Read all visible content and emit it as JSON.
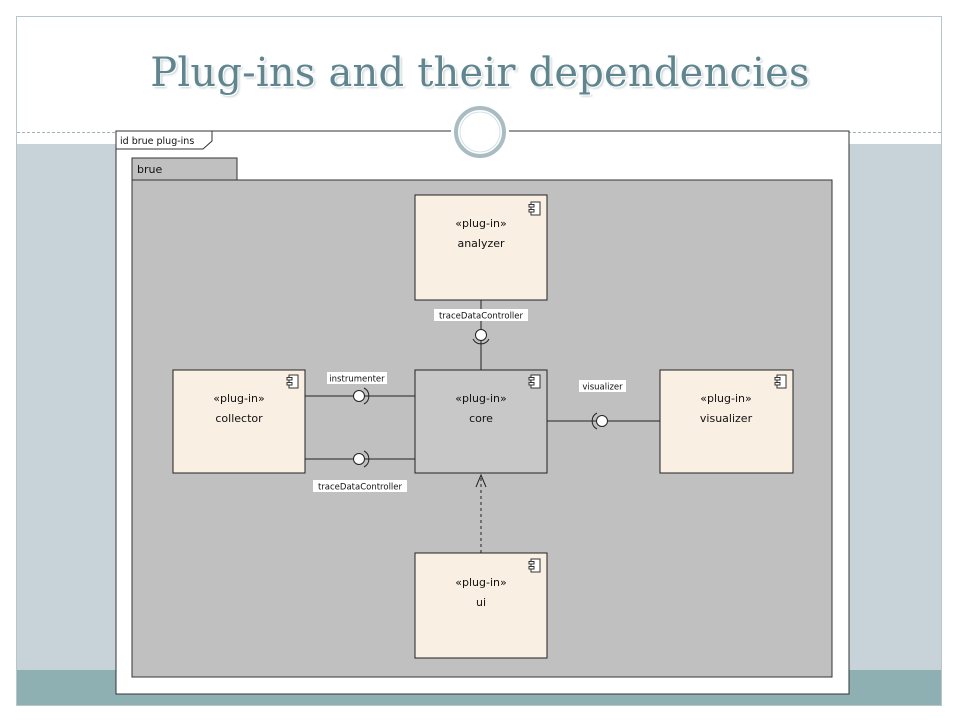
{
  "slide": {
    "title": "Plug-ins and their dependencies"
  },
  "diagram": {
    "frame_label": "id brue plug-ins",
    "package_name": "brue",
    "components": {
      "analyzer": {
        "stereotype": "«plug-in»",
        "name": "analyzer"
      },
      "collector": {
        "stereotype": "«plug-in»",
        "name": "collector"
      },
      "core": {
        "stereotype": "«plug-in»",
        "name": "core"
      },
      "visualizer": {
        "stereotype": "«plug-in»",
        "name": "visualizer"
      },
      "ui": {
        "stereotype": "«plug-in»",
        "name": "ui"
      }
    },
    "interfaces": {
      "analyzer_trace": "traceDataController",
      "instrumenter": "instrumenter",
      "collector_trace": "traceDataController",
      "visualizer": "visualizer"
    },
    "colors": {
      "component_fill": "#f9efe2",
      "core_fill": "#c8c8c8",
      "package_fill": "#c0c0c0",
      "frame_fill": "#ffffff"
    },
    "icons": [
      "component-icon",
      "circle-ornament-icon"
    ]
  }
}
